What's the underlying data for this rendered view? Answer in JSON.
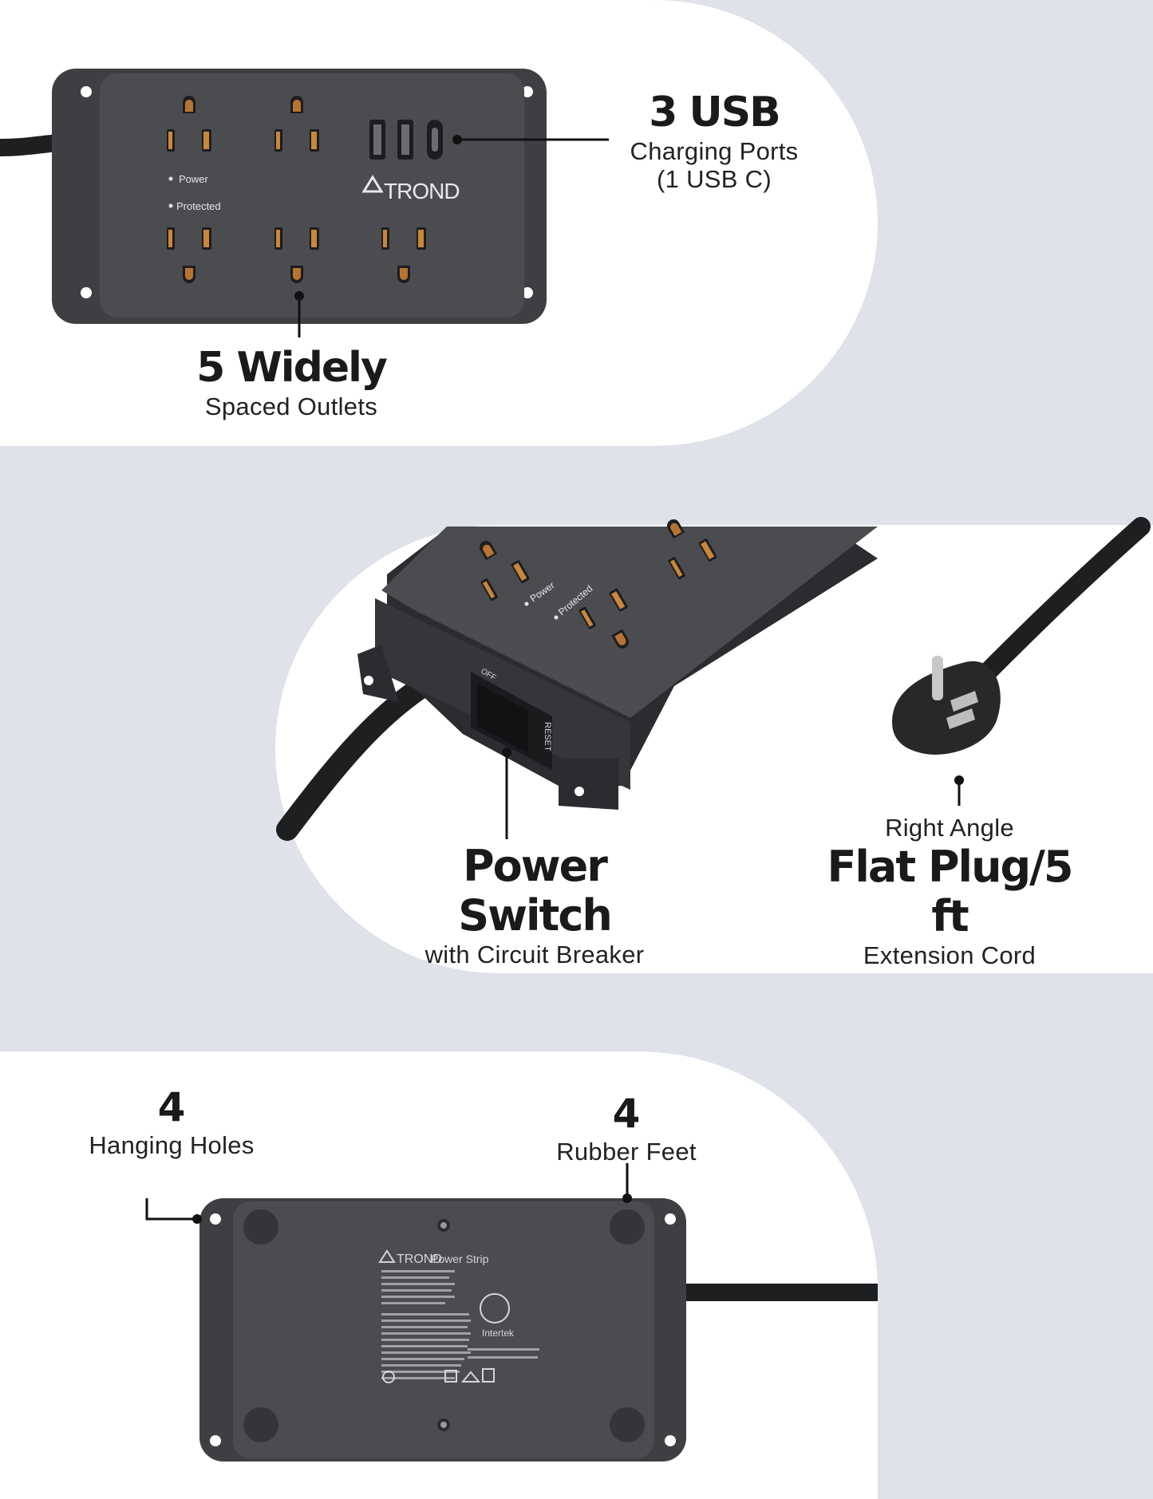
{
  "callouts": {
    "usb": {
      "headline": "3 USB",
      "line1": "Charging Ports",
      "line2": "(1 USB C)"
    },
    "outlets": {
      "headline": "5 Widely",
      "line1": "Spaced Outlets"
    },
    "switch": {
      "headline": "Power Switch",
      "line1": "with Circuit Breaker"
    },
    "plug": {
      "line0": "Right Angle",
      "headline": "Flat Plug/5 ft",
      "line1": "Extension Cord"
    },
    "holes": {
      "headline": "4",
      "line1": "Hanging Holes"
    },
    "feet": {
      "headline": "4",
      "line1": "Rubber Feet"
    }
  },
  "product": {
    "brand": "TROND",
    "indicator_power": "Power",
    "indicator_protected": "Protected",
    "reset_label": "RESET",
    "off_label": "OFF",
    "back_label_title": "Power Strip",
    "cert_mark": "Intertek"
  },
  "colors": {
    "background": "#dfe2e8",
    "panel": "#ffffff",
    "device": "#4a4c50",
    "device_dark": "#2b2c2f",
    "outlet_glow": "#c9873a"
  }
}
